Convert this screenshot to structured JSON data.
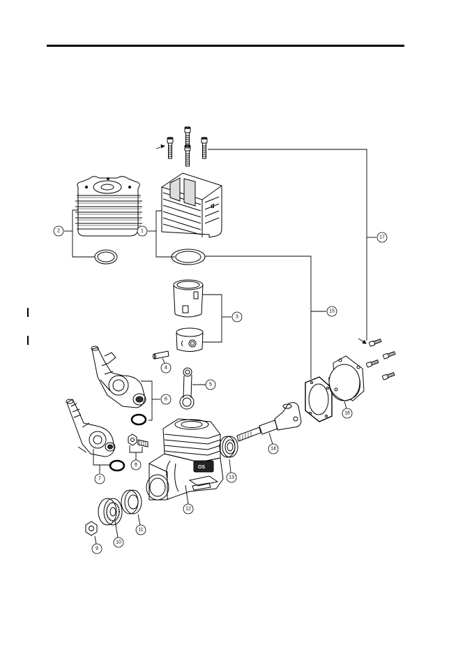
{
  "diagram": {
    "callouts": [
      {
        "id": "callout-1",
        "label": "1"
      },
      {
        "id": "callout-2",
        "label": "2"
      },
      {
        "id": "callout-3",
        "label": "3"
      },
      {
        "id": "callout-4",
        "label": "4"
      },
      {
        "id": "callout-5",
        "label": "5"
      },
      {
        "id": "callout-6",
        "label": "6"
      },
      {
        "id": "callout-7",
        "label": "7"
      },
      {
        "id": "callout-8",
        "label": "8"
      },
      {
        "id": "callout-9",
        "label": "9"
      },
      {
        "id": "callout-10",
        "label": "10"
      },
      {
        "id": "callout-11",
        "label": "11"
      },
      {
        "id": "callout-12",
        "label": "12"
      },
      {
        "id": "callout-13",
        "label": "13"
      },
      {
        "id": "callout-14",
        "label": "14"
      },
      {
        "id": "callout-15",
        "label": "15"
      },
      {
        "id": "callout-16",
        "label": "16"
      },
      {
        "id": "callout-17",
        "label": "17"
      }
    ]
  }
}
